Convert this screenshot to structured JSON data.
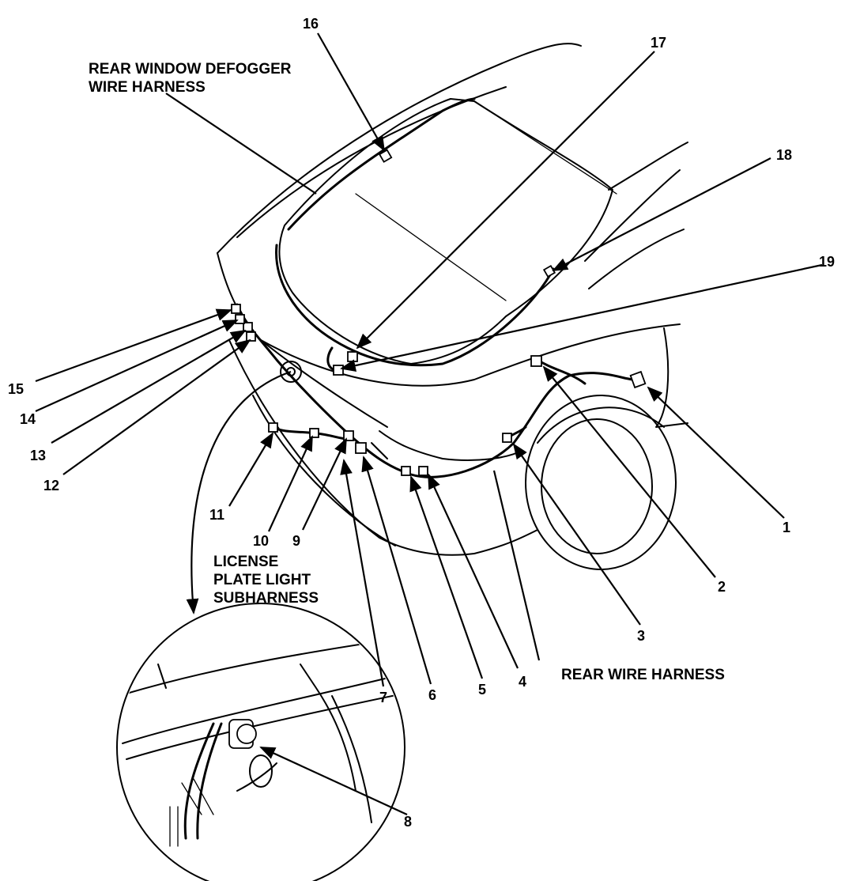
{
  "callouts": [
    "1",
    "2",
    "3",
    "4",
    "5",
    "6",
    "7",
    "8",
    "9",
    "10",
    "11",
    "12",
    "13",
    "14",
    "15",
    "16",
    "17",
    "18",
    "19"
  ],
  "labels": {
    "defogger_line1": "REAR WINDOW DEFOGGER",
    "defogger_line2": "WIRE HARNESS",
    "license_line1": "LICENSE",
    "license_line2": "PLATE LIGHT",
    "license_line3": "SUBHARNESS",
    "rear_harness": "REAR WIRE HARNESS"
  }
}
